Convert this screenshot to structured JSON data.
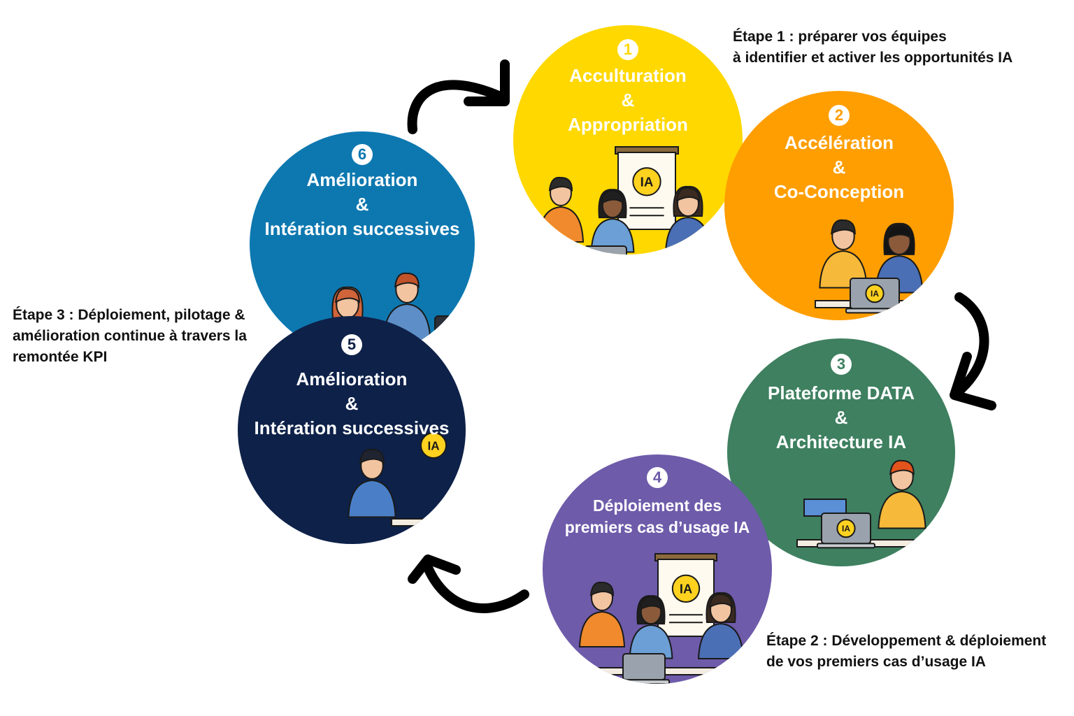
{
  "colors": {
    "step1": "#FFD800",
    "step2": "#FF9E00",
    "step3": "#3E8060",
    "step4": "#6E5BAA",
    "step5": "#0E2149",
    "step6": "#0D78B0",
    "arrow": "#000000"
  },
  "steps": [
    {
      "number": "1",
      "lines": [
        "Acculturation",
        "&",
        "Appropriation"
      ],
      "scene": "team-meeting-board-icon"
    },
    {
      "number": "2",
      "lines": [
        "Accélération",
        "&",
        "Co-Conception"
      ],
      "scene": "pair-laptop-icon"
    },
    {
      "number": "3",
      "lines": [
        "Plateforme DATA",
        "&",
        "Architecture IA"
      ],
      "scene": "developer-laptop-icon"
    },
    {
      "number": "4",
      "lines": [
        "Déploiement des",
        "premiers cas d’usage IA"
      ],
      "scene": "team-meeting-board-icon"
    },
    {
      "number": "5",
      "lines": [
        "Amélioration",
        "&",
        "Intération successives"
      ],
      "scene": "team-tablet-icon"
    },
    {
      "number": "6",
      "lines": [
        "Amélioration",
        "&",
        "Intération successives"
      ],
      "scene": "duo-discussion-icon"
    }
  ],
  "notes": {
    "etape1": [
      "Étape 1 : préparer vos équipes",
      "à identifier et activer les opportunités IA"
    ],
    "etape2": [
      "Étape 2 : Développement & déploiement",
      "de vos premiers cas d’usage IA"
    ],
    "etape3": [
      "Étape 3 : Déploiement, pilotage &",
      "amélioration continue à travers la",
      "remontée KPI"
    ]
  },
  "ia_badge": "IA",
  "arrow_icon": "curved-arrow-icon"
}
